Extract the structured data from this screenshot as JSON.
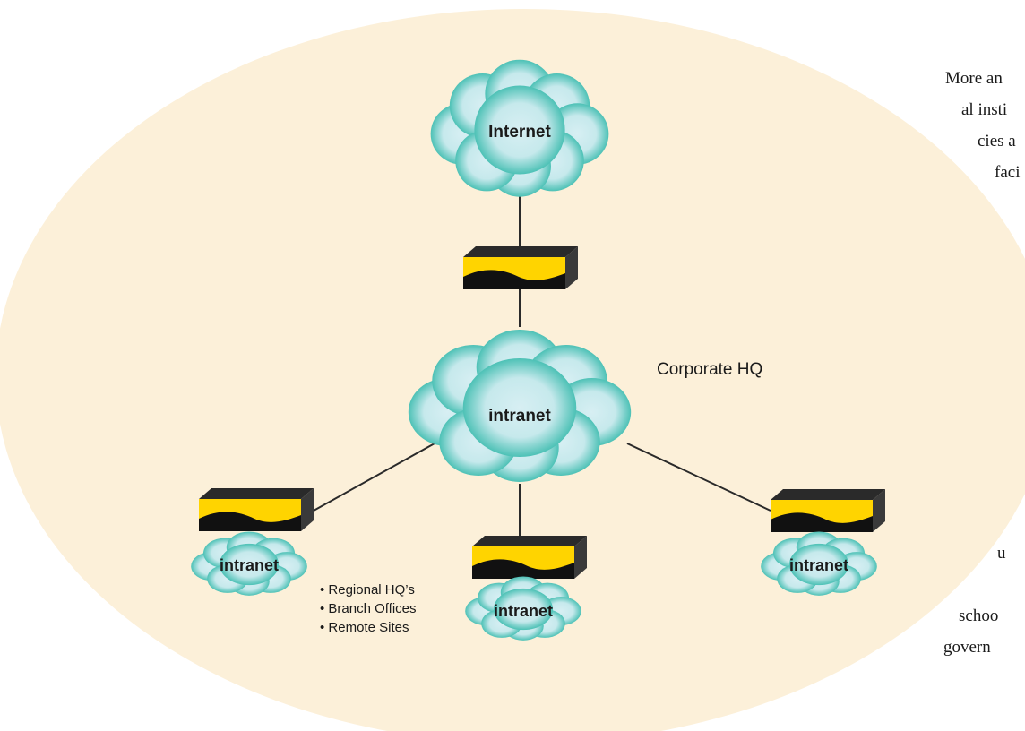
{
  "colors": {
    "background_oval": "#fcf0d9",
    "cloud_outer": "#2eb7a8",
    "cloud_inner": "#d7eff3",
    "link_line": "#2a2a2a",
    "device_face": "#ffd400",
    "device_top": "#2a2a2a",
    "device_side": "#3a3a3a"
  },
  "diagram": {
    "internet_label": "Internet",
    "intranet_main_label": "intranet",
    "corporate_label": "Corporate HQ",
    "intranet_left_label": "intranet",
    "intranet_center_label": "intranet",
    "intranet_right_label": "intranet",
    "site_list": [
      "• Regional HQ’s",
      "• Branch Offices",
      "• Remote Sites"
    ]
  },
  "side_text": {
    "lines": [
      "More an",
      "al insti",
      "cies a",
      "faci",
      "u",
      "schoo",
      "govern"
    ]
  },
  "icons": {
    "cloud": "cloud-icon",
    "device": "network-device-icon"
  }
}
